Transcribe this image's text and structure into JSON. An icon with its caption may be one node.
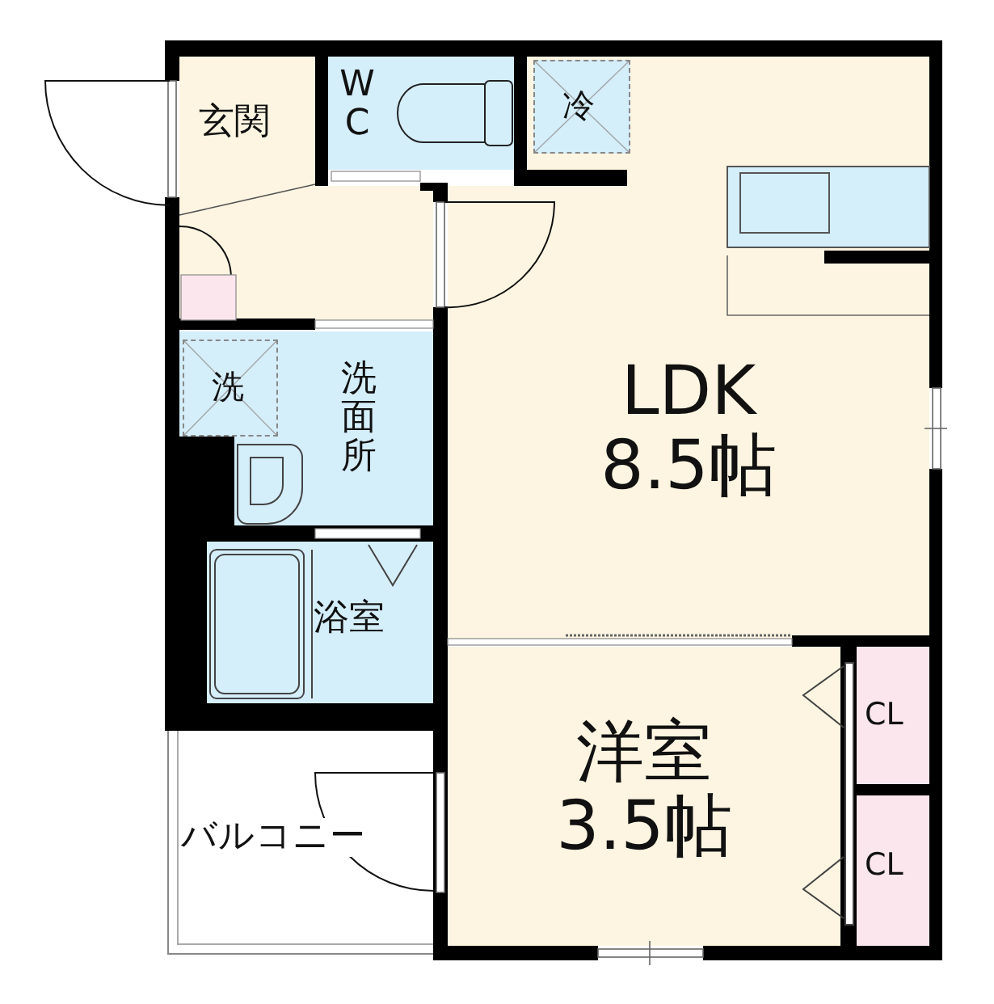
{
  "diagram": {
    "nodes": [
      {
        "text": [
          "玄関"
        ]
      },
      {
        "text": [
          "W C"
        ]
      },
      {
        "text": [
          "LDK 8.5帖"
        ]
      },
      {
        "text": [
          "冷"
        ],
        "in": 2
      },
      {
        "text": [
          "洗面所"
        ]
      },
      {
        "text": [
          "洗"
        ],
        "in": 4
      },
      {
        "text": [
          "浴室"
        ]
      },
      {
        "text": [
          "洋室 3.5帖"
        ]
      },
      {
        "text": [
          "CL"
        ]
      },
      {
        "text": [
          "CL"
        ]
      },
      {
        "text": [
          "バルコニー"
        ]
      }
    ]
  }
}
